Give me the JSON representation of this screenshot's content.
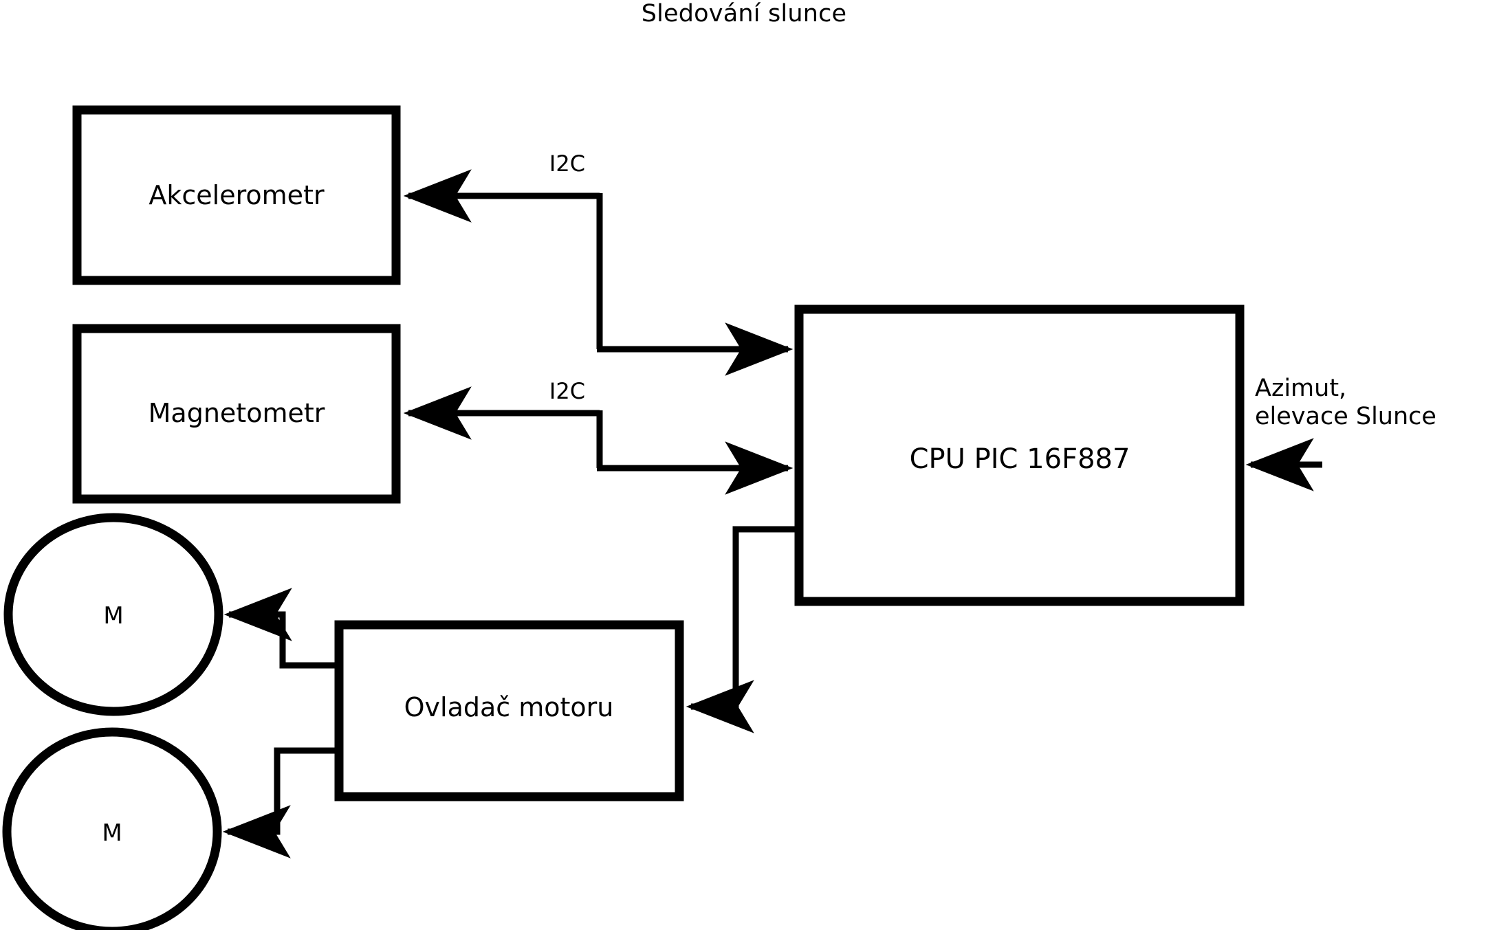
{
  "diagram": {
    "title": "Sledování slunce",
    "type": "block-diagram",
    "stroke_color": "#000000",
    "background_color": "#ffffff",
    "nodes": [
      {
        "id": "accelerometer",
        "shape": "rectangle",
        "label": "Akcelerometr"
      },
      {
        "id": "magnetometer",
        "shape": "rectangle",
        "label": "Magnetometr"
      },
      {
        "id": "cpu",
        "shape": "rectangle",
        "label": "CPU PIC 16F887"
      },
      {
        "id": "motor-driver",
        "shape": "rectangle",
        "label": "Ovladač motoru"
      },
      {
        "id": "motor-top",
        "shape": "circle",
        "label": "M"
      },
      {
        "id": "motor-bottom",
        "shape": "circle",
        "label": "M"
      }
    ],
    "edge_labels": [
      {
        "id": "i2c-accelerometer",
        "text": "I2C"
      },
      {
        "id": "i2c-magnetometer",
        "text": "I2C"
      }
    ],
    "io_labels": [
      {
        "id": "sun-input",
        "line1": "Azimut,",
        "line2": "elevace Slunce"
      }
    ]
  }
}
